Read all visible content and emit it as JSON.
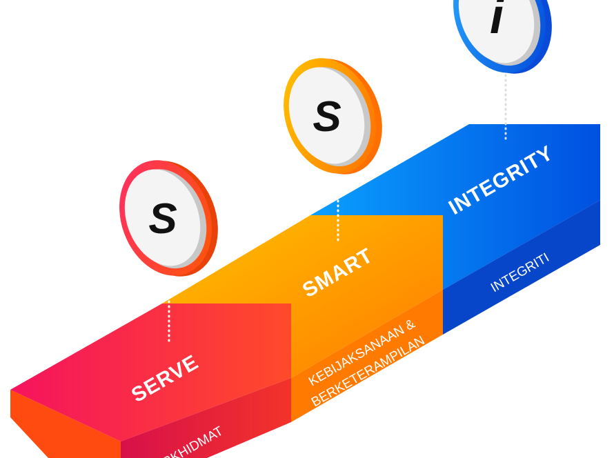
{
  "steps": [
    {
      "title": "SERVE",
      "subtitle": "BERKHIDMAT",
      "icon_letter": "S",
      "icon": "letter-s-badge-icon",
      "color": "#f0174f"
    },
    {
      "title": "SMART",
      "subtitle_lines": [
        "KEBIJAKSANAAN &",
        "BERKETERAMPILAN"
      ],
      "icon_letter": "S",
      "icon": "letter-s-badge-icon",
      "color": "#ff9500"
    },
    {
      "title": "INTEGRITY",
      "subtitle": "INTEGRITI",
      "icon_letter": "i",
      "icon": "letter-i-badge-icon",
      "color": "#0a6cf0"
    }
  ]
}
